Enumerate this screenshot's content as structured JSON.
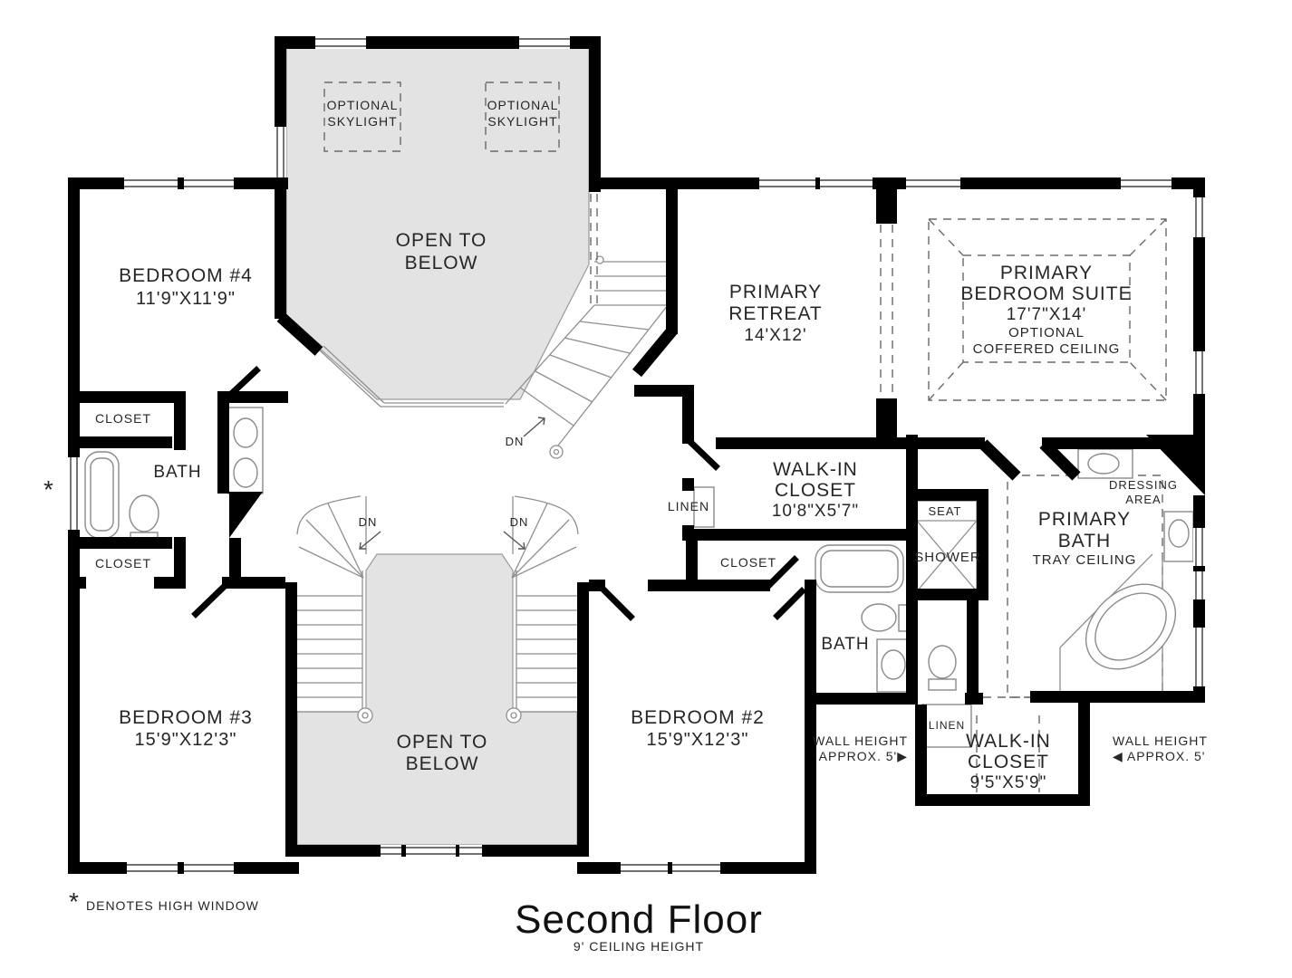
{
  "plan": {
    "title": "Second Floor",
    "subtitle": "9' CEILING HEIGHT",
    "footnote_symbol": "*",
    "footnote_text": "DENOTES HIGH WINDOW",
    "rooms": {
      "bedroom4": {
        "name": "BEDROOM #4",
        "dims": "11'9\"X11'9\""
      },
      "bedroom3": {
        "name": "BEDROOM #3",
        "dims": "15'9\"X12'3\""
      },
      "bedroom2": {
        "name": "BEDROOM #2",
        "dims": "15'9\"X12'3\""
      },
      "primary_retreat": {
        "l1": "PRIMARY",
        "l2": "RETREAT",
        "dims": "14'X12'"
      },
      "primary_suite": {
        "l1": "PRIMARY",
        "l2": "BEDROOM SUITE",
        "dims": "17'7\"X14'",
        "n1": "OPTIONAL",
        "n2": "COFFERED CEILING"
      },
      "primary_bath": {
        "l1": "PRIMARY",
        "l2": "BATH",
        "note": "TRAY CEILING"
      },
      "walkin1": {
        "l1": "WALK-IN",
        "l2": "CLOSET",
        "dims": "10'8\"X5'7\""
      },
      "walkin2": {
        "l1": "WALK-IN",
        "l2": "CLOSET",
        "dims": "9'5\"X5'9\""
      },
      "open_below": {
        "l1": "OPEN TO",
        "l2": "BELOW"
      },
      "skylight": {
        "l1": "OPTIONAL",
        "l2": "SKYLIGHT"
      },
      "dressing": {
        "l1": "DRESSING",
        "l2": "AREA"
      },
      "bath": "BATH",
      "closet": "CLOSET",
      "linen": "LINEN",
      "seat": "SEAT",
      "shower": "SHOWER",
      "dn": "DN"
    },
    "annotations": {
      "wall_height": "WALL HEIGHT",
      "approx_right": "APPROX. 5'▶",
      "approx_left": "◀ APPROX. 5'",
      "high_window": "*"
    },
    "colors": {
      "wall": "#000000",
      "open_area": "#e3e3e3",
      "background": "#ffffff"
    }
  }
}
